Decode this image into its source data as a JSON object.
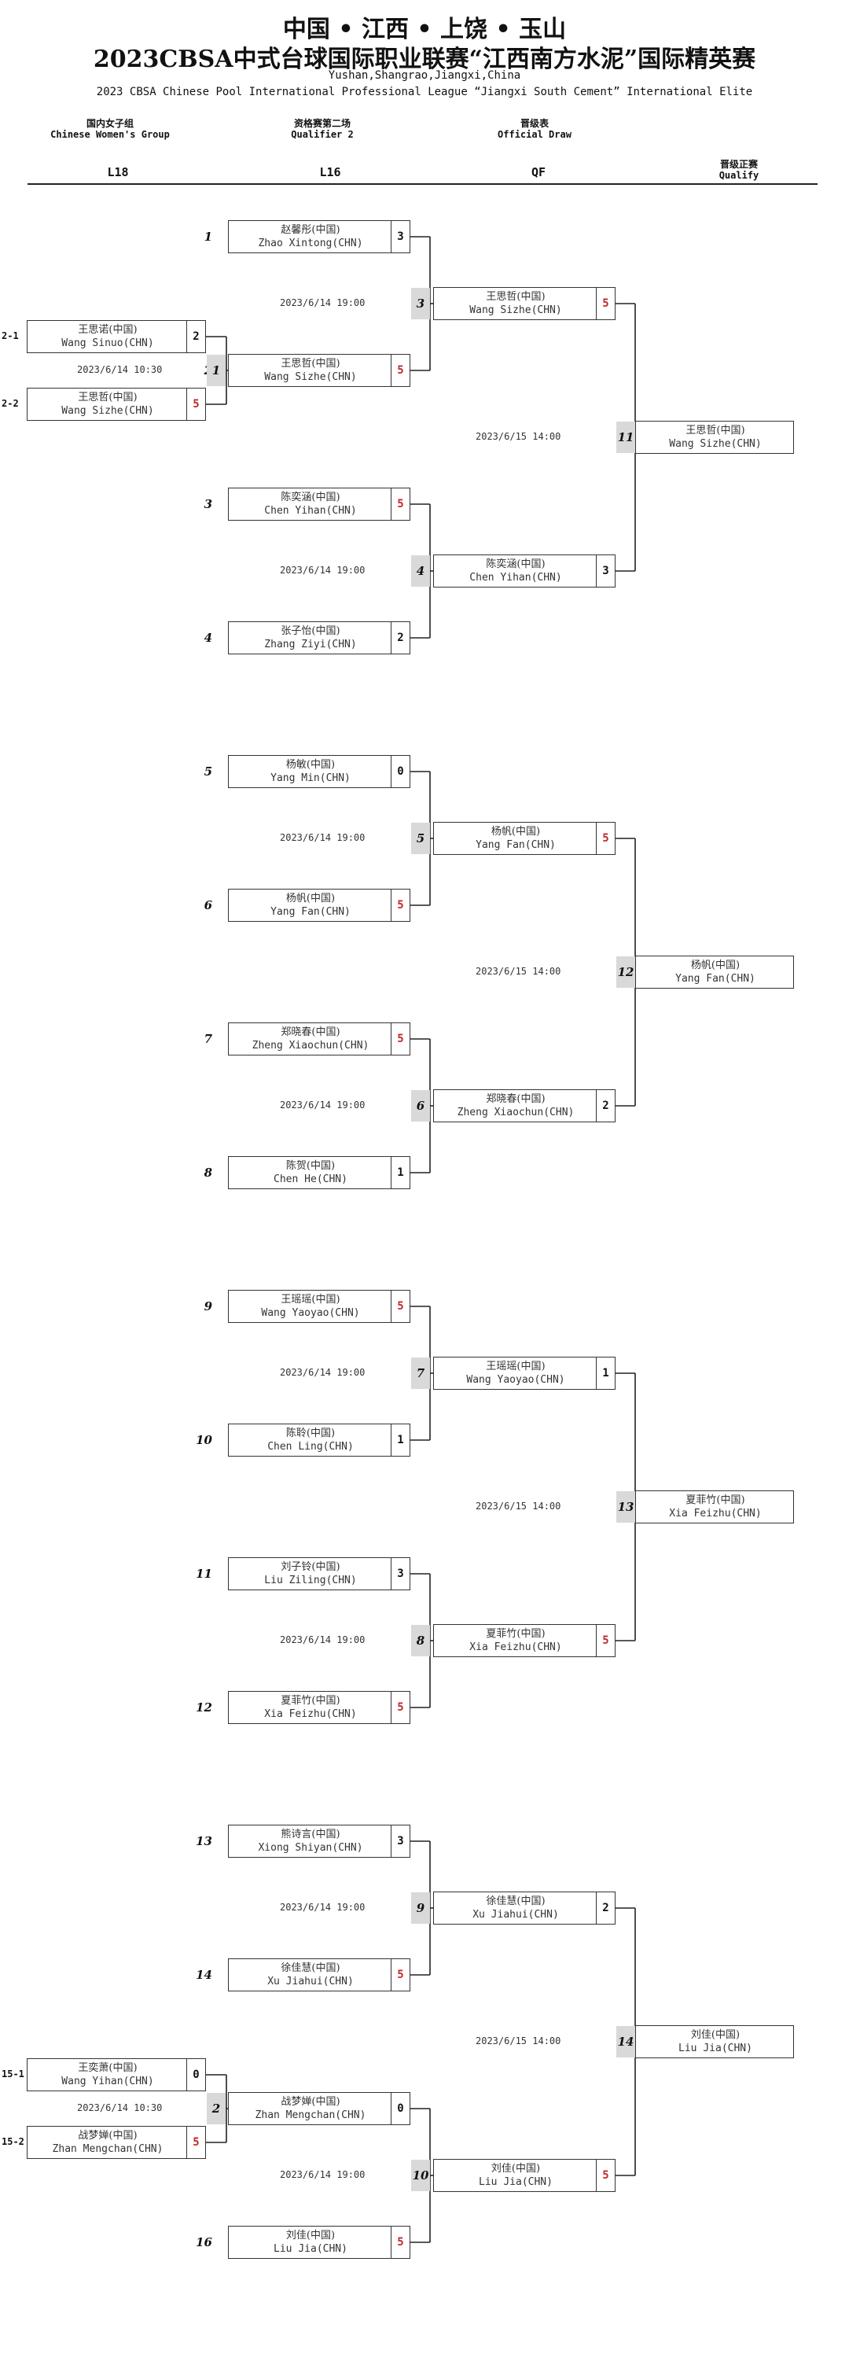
{
  "header": {
    "title_line1": "中国 • 江西 • 上饶 • 玉山",
    "title_line2": "2023CBSA中式台球国际职业联赛“江西南方水泥”国际精英赛",
    "location": "Yushan,Shangrao,Jiangxi,China",
    "event_en": "2023 CBSA Chinese Pool International Professional League “Jiangxi South Cement” International Elite"
  },
  "columns": [
    {
      "zh": "国内女子组",
      "en": "Chinese Women's Group",
      "round": "L18"
    },
    {
      "zh": "资格赛第二场",
      "en": "Qualifier 2",
      "round": "L16"
    },
    {
      "zh": "晋级表",
      "en": "Official Draw",
      "round": "QF"
    },
    {
      "zh": "晋级正赛",
      "en": "Qualify",
      "round": ""
    }
  ],
  "l18": [
    {
      "slot": "2-1",
      "zh": "王思诺(中国)",
      "en": "Wang Sinuo(CHN)",
      "score": "2",
      "win": false
    },
    {
      "slot": "2-2",
      "zh": "王思哲(中国)",
      "en": "Wang Sizhe(CHN)",
      "score": "5",
      "win": true
    },
    {
      "slot": "15-1",
      "zh": "王奕萧(中国)",
      "en": "Wang Yihan(CHN)",
      "score": "0",
      "win": false
    },
    {
      "slot": "15-2",
      "zh": "战梦婵(中国)",
      "en": "Zhan Mengchan(CHN)",
      "score": "5",
      "win": true
    }
  ],
  "l18_matches": [
    {
      "num": "1",
      "date": "2023/6/14 10:30"
    },
    {
      "num": "2",
      "date": "2023/6/14 10:30"
    }
  ],
  "l16": [
    {
      "seed": "1",
      "zh": "赵馨彤(中国)",
      "en": "Zhao Xintong(CHN)",
      "score": "3",
      "win": false
    },
    {
      "seed": "2",
      "zh": "王思哲(中国)",
      "en": "Wang Sizhe(CHN)",
      "score": "5",
      "win": true
    },
    {
      "seed": "3",
      "zh": "陈奕涵(中国)",
      "en": "Chen Yihan(CHN)",
      "score": "5",
      "win": true
    },
    {
      "seed": "4",
      "zh": "张子怡(中国)",
      "en": "Zhang Ziyi(CHN)",
      "score": "2",
      "win": false
    },
    {
      "seed": "5",
      "zh": "杨敏(中国)",
      "en": "Yang Min(CHN)",
      "score": "0",
      "win": false
    },
    {
      "seed": "6",
      "zh": "杨帆(中国)",
      "en": "Yang Fan(CHN)",
      "score": "5",
      "win": true
    },
    {
      "seed": "7",
      "zh": "郑晓春(中国)",
      "en": "Zheng Xiaochun(CHN)",
      "score": "5",
      "win": true
    },
    {
      "seed": "8",
      "zh": "陈贺(中国)",
      "en": "Chen He(CHN)",
      "score": "1",
      "win": false
    },
    {
      "seed": "9",
      "zh": "王瑶瑶(中国)",
      "en": "Wang Yaoyao(CHN)",
      "score": "5",
      "win": true
    },
    {
      "seed": "10",
      "zh": "陈聆(中国)",
      "en": "Chen Ling(CHN)",
      "score": "1",
      "win": false
    },
    {
      "seed": "11",
      "zh": "刘子铃(中国)",
      "en": "Liu Ziling(CHN)",
      "score": "3",
      "win": false
    },
    {
      "seed": "12",
      "zh": "夏菲竹(中国)",
      "en": "Xia Feizhu(CHN)",
      "score": "5",
      "win": true
    },
    {
      "seed": "13",
      "zh": "熊诗言(中国)",
      "en": "Xiong Shiyan(CHN)",
      "score": "3",
      "win": false
    },
    {
      "seed": "14",
      "zh": "徐佳慧(中国)",
      "en": "Xu Jiahui(CHN)",
      "score": "5",
      "win": true
    },
    {
      "seed": "",
      "zh": "战梦婵(中国)",
      "en": "Zhan Mengchan(CHN)",
      "score": "0",
      "win": false
    },
    {
      "seed": "16",
      "zh": "刘佳(中国)",
      "en": "Liu Jia(CHN)",
      "score": "5",
      "win": true
    }
  ],
  "l16_matches": [
    {
      "num": "3",
      "date": "2023/6/14 19:00"
    },
    {
      "num": "4",
      "date": "2023/6/14 19:00"
    },
    {
      "num": "5",
      "date": "2023/6/14 19:00"
    },
    {
      "num": "6",
      "date": "2023/6/14 19:00"
    },
    {
      "num": "7",
      "date": "2023/6/14 19:00"
    },
    {
      "num": "8",
      "date": "2023/6/14 19:00"
    },
    {
      "num": "9",
      "date": "2023/6/14 19:00"
    },
    {
      "num": "10",
      "date": "2023/6/14 19:00"
    }
  ],
  "qf": [
    {
      "zh": "王思哲(中国)",
      "en": "Wang Sizhe(CHN)",
      "score": "5",
      "win": true
    },
    {
      "zh": "陈奕涵(中国)",
      "en": "Chen Yihan(CHN)",
      "score": "3",
      "win": false
    },
    {
      "zh": "杨帆(中国)",
      "en": "Yang Fan(CHN)",
      "score": "5",
      "win": true
    },
    {
      "zh": "郑晓春(中国)",
      "en": "Zheng Xiaochun(CHN)",
      "score": "2",
      "win": false
    },
    {
      "zh": "王瑶瑶(中国)",
      "en": "Wang Yaoyao(CHN)",
      "score": "1",
      "win": false
    },
    {
      "zh": "夏菲竹(中国)",
      "en": "Xia Feizhu(CHN)",
      "score": "5",
      "win": true
    },
    {
      "zh": "徐佳慧(中国)",
      "en": "Xu Jiahui(CHN)",
      "score": "2",
      "win": false
    },
    {
      "zh": "刘佳(中国)",
      "en": "Liu Jia(CHN)",
      "score": "5",
      "win": true
    }
  ],
  "qf_matches": [
    {
      "num": "11",
      "date": "2023/6/15 14:00"
    },
    {
      "num": "12",
      "date": "2023/6/15 14:00"
    },
    {
      "num": "13",
      "date": "2023/6/15 14:00"
    },
    {
      "num": "14",
      "date": "2023/6/15 14:00"
    }
  ],
  "qualify": [
    {
      "zh": "王思哲(中国)",
      "en": "Wang Sizhe(CHN)"
    },
    {
      "zh": "杨帆(中国)",
      "en": "Yang Fan(CHN)"
    },
    {
      "zh": "夏菲竹(中国)",
      "en": "Xia Feizhu(CHN)"
    },
    {
      "zh": "刘佳(中国)",
      "en": "Liu Jia(CHN)"
    }
  ],
  "colors": {
    "win_score": "#c0292b",
    "match_tag": "#d9d9d9",
    "line": "#222222"
  }
}
